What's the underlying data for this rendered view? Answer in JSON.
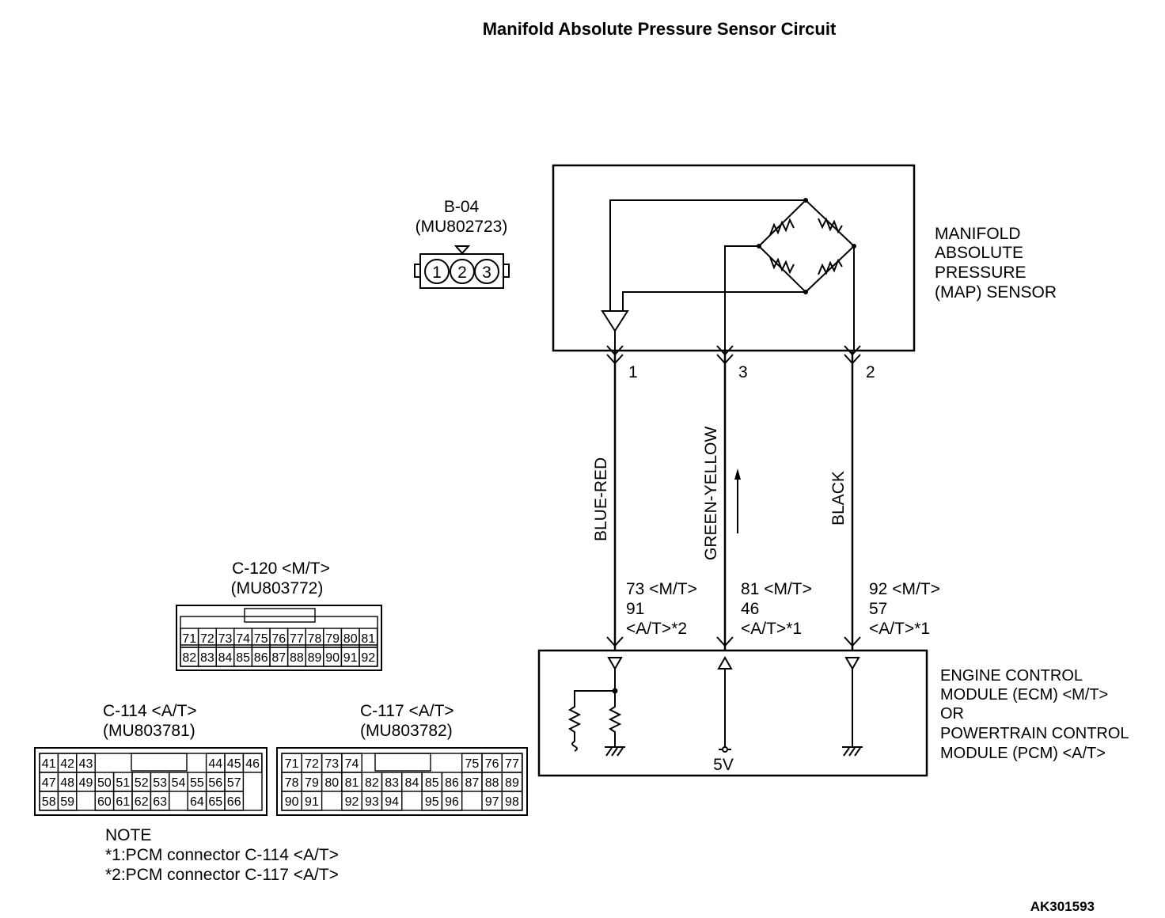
{
  "title": "Manifold Absolute Pressure Sensor Circuit",
  "figure_id": "AK301593",
  "sensor_connector": {
    "id": "B-04",
    "part": "(MU802723)",
    "pins": [
      "1",
      "2",
      "3"
    ]
  },
  "sensor_label": [
    "MANIFOLD",
    "ABSOLUTE",
    "PRESSURE",
    "(MAP) SENSOR"
  ],
  "module_label": [
    "ENGINE CONTROL",
    "MODULE (ECM) <M/T>",
    "OR",
    "POWERTRAIN CONTROL",
    "MODULE (PCM) <A/T>"
  ],
  "wires": [
    {
      "pin": "1",
      "color": "BLUE-RED",
      "ecm": [
        "73 <M/T>",
        "91",
        "<A/T>*2"
      ]
    },
    {
      "pin": "3",
      "color": "GREEN-YELLOW",
      "ecm": [
        "81 <M/T>",
        "46",
        "<A/T>*1"
      ]
    },
    {
      "pin": "2",
      "color": "BLACK",
      "ecm": [
        "92 <M/T>",
        "57",
        "<A/T>*1"
      ]
    }
  ],
  "supply_label": "5V",
  "connectors": [
    {
      "id": "C-120 <M/T>",
      "part": "(MU803772)",
      "rows": [
        [
          "71",
          "72",
          "73",
          "74",
          "75",
          "76",
          "77",
          "78",
          "79",
          "80",
          "81"
        ],
        [
          "82",
          "83",
          "84",
          "85",
          "86",
          "87",
          "88",
          "89",
          "90",
          "91",
          "92"
        ]
      ]
    },
    {
      "id": "C-114 <A/T>",
      "part": "(MU803781)",
      "rows": [
        [
          "41",
          "42",
          "43",
          "",
          "",
          "",
          "",
          "",
          "",
          "44",
          "45",
          "46"
        ],
        [
          "47",
          "48",
          "49",
          "50",
          "51",
          "52",
          "53",
          "54",
          "55",
          "56",
          "57"
        ],
        [
          "58",
          "59",
          "",
          "60",
          "61",
          "62",
          "63",
          "",
          "64",
          "65",
          "66"
        ]
      ]
    },
    {
      "id": "C-117 <A/T>",
      "part": "(MU803782)",
      "rows": [
        [
          "71",
          "72",
          "73",
          "74",
          "",
          "",
          "",
          "",
          "",
          "75",
          "76",
          "77"
        ],
        [
          "78",
          "79",
          "80",
          "81",
          "82",
          "83",
          "84",
          "85",
          "86",
          "87",
          "88",
          "89"
        ],
        [
          "90",
          "91",
          "",
          "92",
          "93",
          "94",
          "",
          "95",
          "96",
          "",
          "97",
          "98"
        ]
      ]
    }
  ],
  "notes": {
    "heading": "NOTE",
    "items": [
      "*1:PCM connector C-114 <A/T>",
      "*2:PCM connector C-117 <A/T>"
    ]
  }
}
